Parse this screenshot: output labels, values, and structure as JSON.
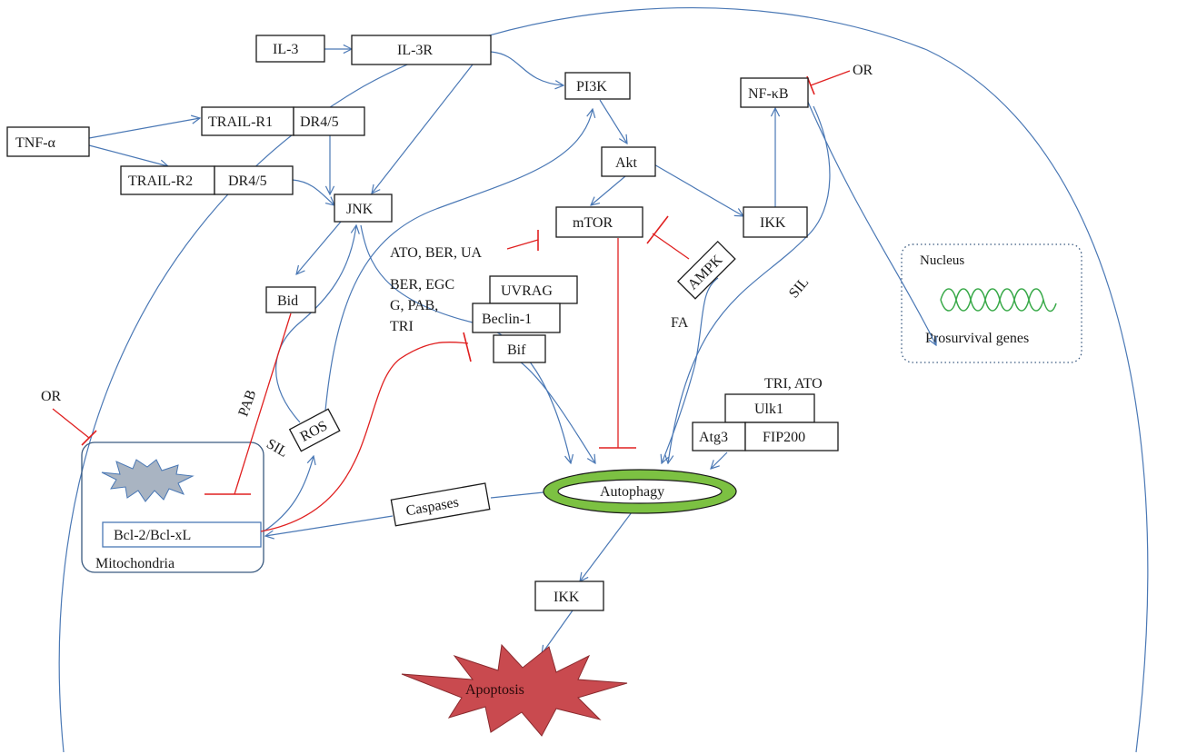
{
  "nodes": {
    "il3": "IL-3",
    "il3r": "IL-3R",
    "tnfa": "TNF-α",
    "trail_r1": "TRAIL-R1",
    "dr45_1": "DR4/5",
    "trail_r2": "TRAIL-R2",
    "dr45_2": "DR4/5",
    "jnk": "JNK",
    "bid": "Bid",
    "ros": "ROS",
    "pi3k": "PI3K",
    "akt": "Akt",
    "mtor": "mTOR",
    "ikk_top": "IKK",
    "nfkb": "NF-κB",
    "ampk": "AMPK",
    "uvrag": "UVRAG",
    "beclin1": "Beclin-1",
    "bif": "Bif",
    "ulk1": "Ulk1",
    "atg3": "Atg3",
    "fip200": "FIP200",
    "caspases": "Caspases",
    "autophagy": "Autophagy",
    "ikk_bottom": "IKK",
    "apoptosis": "Apoptosis",
    "bcl2": "Bcl-2/Bcl-xL",
    "mitochondria": "Mitochondria",
    "nucleus": "Nucleus",
    "prosurvival": "Prosurvival genes"
  },
  "labels": {
    "or_nfkb": "OR",
    "or_mito": "OR",
    "ato_ber_ua": "ATO, BER, UA",
    "ber_egc_1": "BER, EGC",
    "ber_egc_2": "G, PAB,",
    "ber_egc_3": "TRI",
    "fa": "FA",
    "sil_right": "SIL",
    "sil_left": "SIL",
    "pab": "PAB",
    "tri_ato": "TRI, ATO"
  },
  "colors": {
    "activation": "#4a78b5",
    "inhibition": "#e02020",
    "autophagy_ring": "#7cc142",
    "apoptosis_fill": "#c94a4f",
    "mito_fill": "#a9b4c2"
  }
}
